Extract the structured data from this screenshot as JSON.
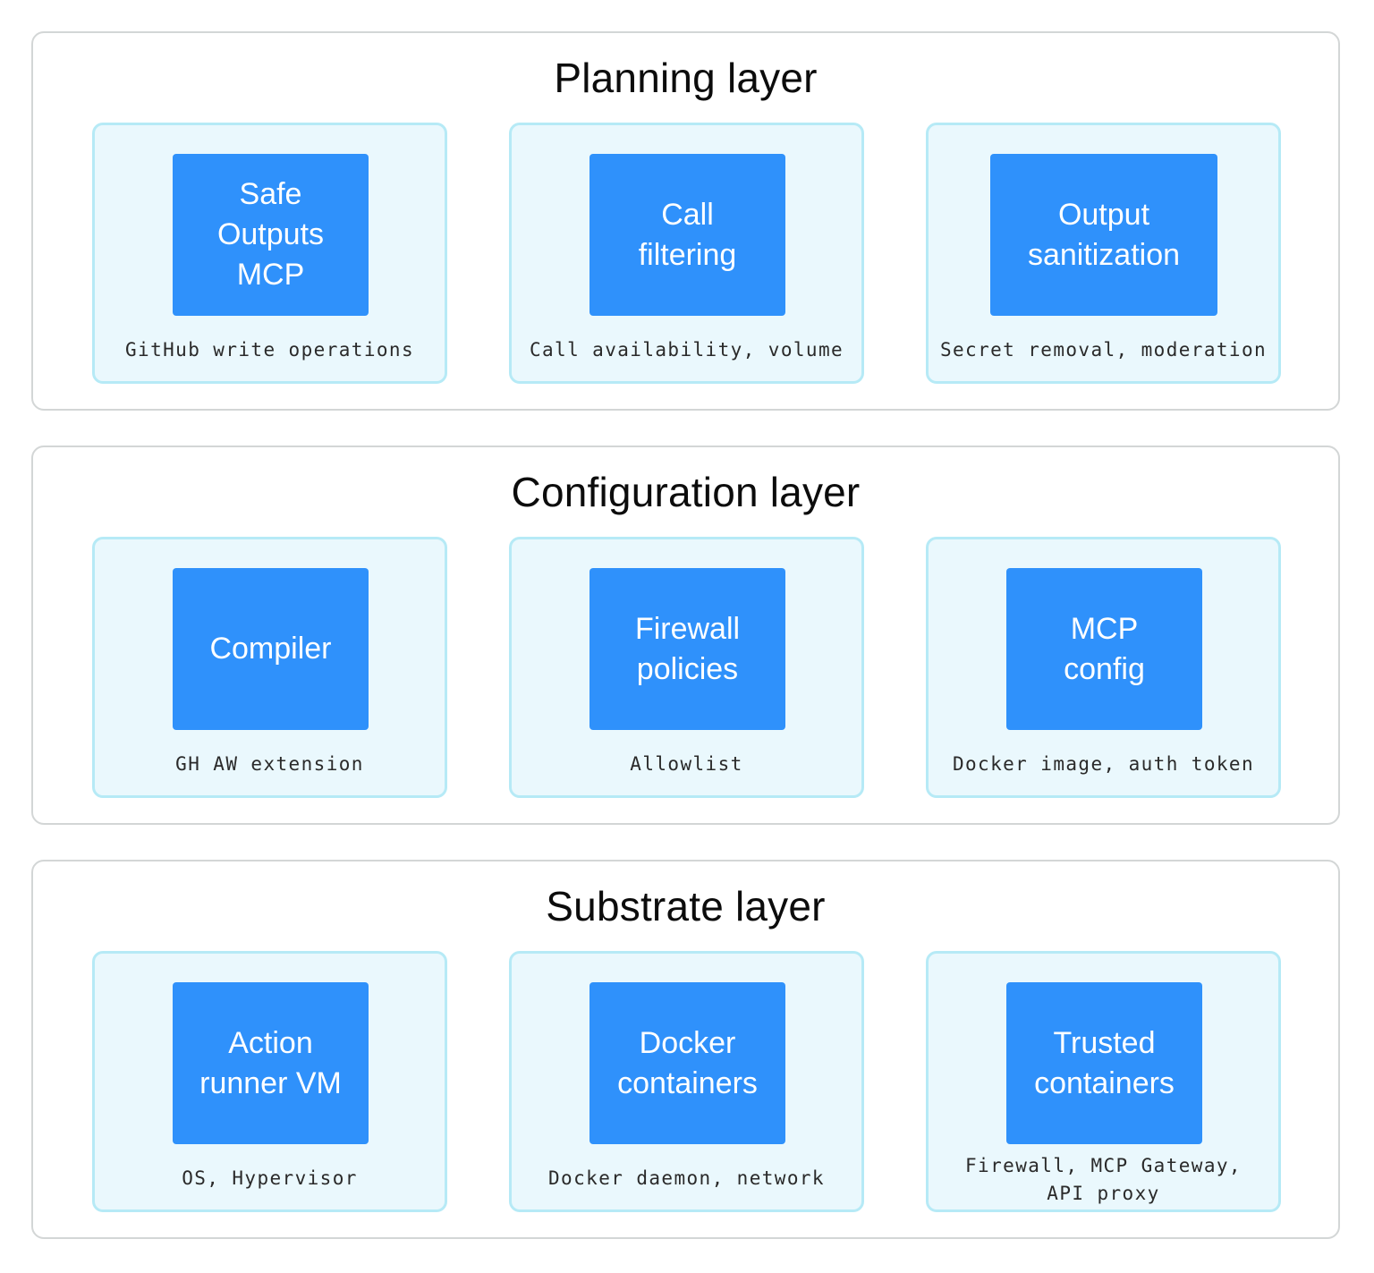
{
  "layers": [
    {
      "title": "Planning layer",
      "cards": [
        {
          "block": "Safe\nOutputs\nMCP",
          "caption": "GitHub write operations"
        },
        {
          "block": "Call\nfiltering",
          "caption": "Call availability, volume"
        },
        {
          "block": "Output\nsanitization",
          "caption": "Secret removal, moderation"
        }
      ]
    },
    {
      "title": "Configuration layer",
      "cards": [
        {
          "block": "Compiler",
          "caption": "GH AW extension"
        },
        {
          "block": "Firewall\npolicies",
          "caption": "Allowlist"
        },
        {
          "block": "MCP\nconfig",
          "caption": "Docker image, auth token"
        }
      ]
    },
    {
      "title": "Substrate layer",
      "cards": [
        {
          "block": "Action\nrunner VM",
          "caption": "OS, Hypervisor"
        },
        {
          "block": "Docker\ncontainers",
          "caption": "Docker daemon, network"
        },
        {
          "block": "Trusted\ncontainers",
          "caption": "Firewall, MCP Gateway,\nAPI proxy"
        }
      ]
    }
  ],
  "colors": {
    "block_fill": "#2f91fb",
    "card_fill": "#eaf8fd",
    "card_border": "#b6eaf6",
    "layer_border": "#d3d6d6"
  }
}
